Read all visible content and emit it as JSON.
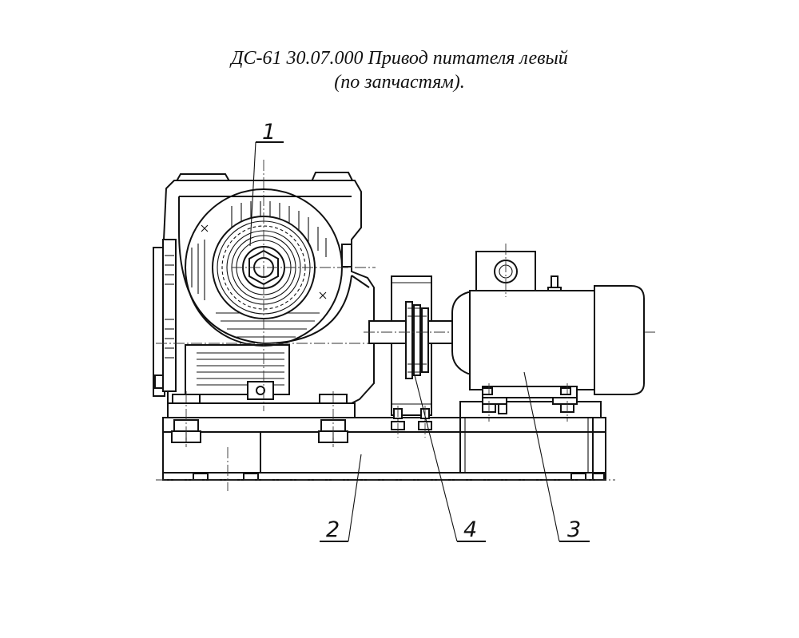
{
  "title": {
    "line1": "ДС-61 30.07.000 Привод питателя левый",
    "line2": "(по запчастям)."
  },
  "callouts": [
    {
      "id": "1",
      "label": "1"
    },
    {
      "id": "2",
      "label": "2"
    },
    {
      "id": "3",
      "label": "3"
    },
    {
      "id": "4",
      "label": "4"
    }
  ],
  "colors": {
    "ink": "#111111",
    "paper": "#ffffff"
  }
}
